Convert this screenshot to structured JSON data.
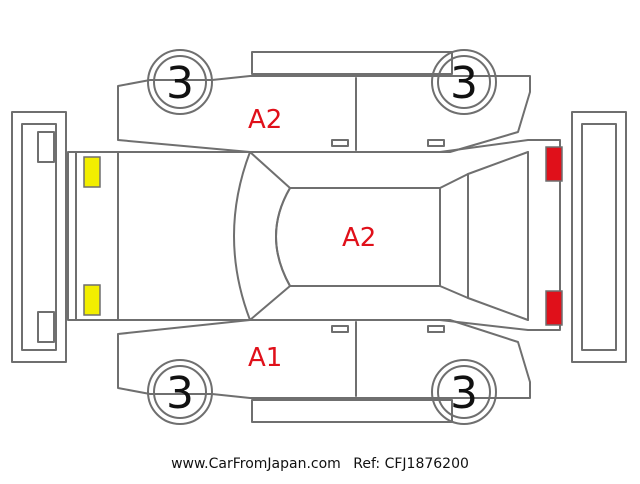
{
  "diagram": {
    "wheels": {
      "front_left": "3",
      "rear_left": "3",
      "front_right": "3",
      "rear_right": "3"
    },
    "damage_marks": {
      "roof": "A2",
      "upper_side": "A2",
      "lower_side": "A1"
    },
    "colors": {
      "outline": "#6f6f6f",
      "damage_text": "#e0101a",
      "front_lights": "#f2ee00",
      "rear_lights": "#e0101a"
    }
  },
  "footer": {
    "website": "www.CarFromJapan.com",
    "reference": "Ref: CFJ1876200"
  }
}
